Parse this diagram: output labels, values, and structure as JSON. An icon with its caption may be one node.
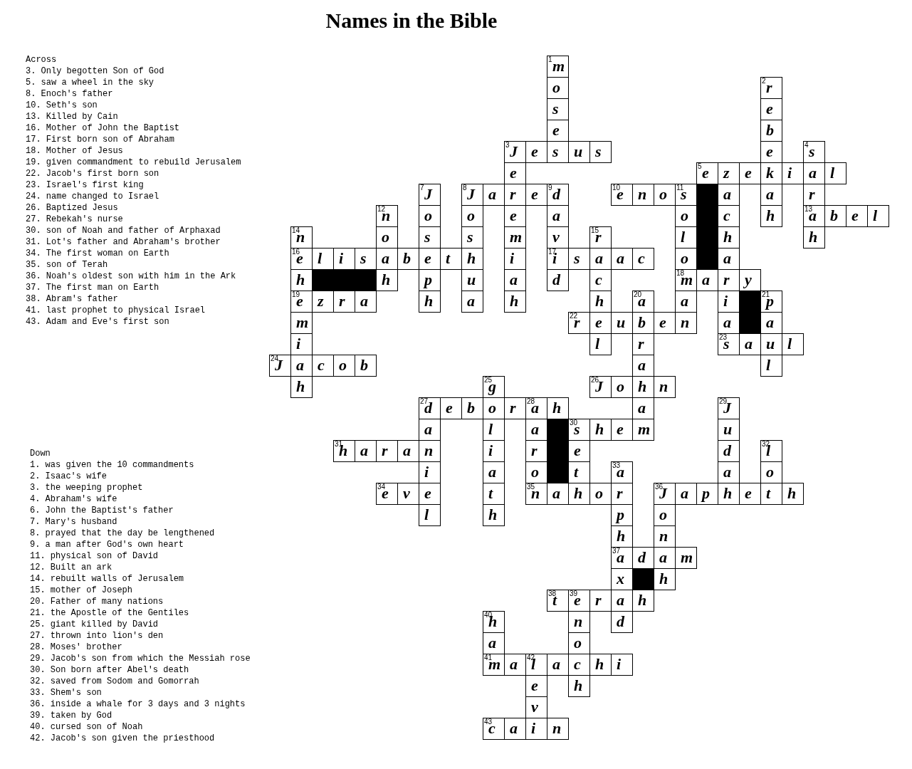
{
  "diagram": {
    "title": "Names in the Bible",
    "labels": [
      "Across",
      "3. Only begotten Son of God",
      "5. saw a wheel in the sky",
      "8. Enoch's father",
      "10. Seth's son",
      "13. Killed by Cain",
      "16. Mother of John the Baptist",
      "17. First born son of Abraham",
      "18. Mother of Jesus",
      "19. given commandment to rebuild Jerusalem",
      "22. Jacob's first born son",
      "23. Israel's first king",
      "24. name changed to Israel",
      "26. Baptized Jesus",
      "27. Rebekah's nurse",
      "30. son of Noah and father of Arphaxad",
      "31. Lot's father and Abraham's brother",
      "34. The first woman on Earth",
      "35. son of Terah",
      "36. Noah's oldest son with him in the Ark",
      "37. The first man on Earth",
      "38. Abram's father",
      "41. last prophet to physical Israel",
      "43. Adam and Eve's first son",
      "Down",
      "1. was given the 10 commandments",
      "2. Isaac's wife",
      "3. the weeping prophet",
      "4. Abraham's wife",
      "6. John the Baptist's father",
      "7. Mary's husband",
      "8. prayed that the day be lengthened",
      "9. a man after God's own heart",
      "11. physical son of David",
      "12. Built an ark",
      "14. rebuilt walls of Jerusalem",
      "15. mother of Joseph",
      "20. Father of many nations",
      "21. the Apostle of the Gentiles",
      "25. giant killed by David",
      "27. thrown into lion's den",
      "28. Moses' brother",
      "29. Jacob's son from which the Messiah rose",
      "30. Son born after Abel's death",
      "32. saved from Sodom and Gomorrah",
      "33. Shem's son",
      "36. inside a whale for 3 days and 3 nights",
      "39. taken by God",
      "40. cursed son of Noah",
      "42. Jacob's son given the priesthood",
      "1",
      "m",
      "o",
      "2",
      "r",
      "s",
      "e",
      "e",
      "b",
      "3",
      "J",
      "e",
      "s",
      "u",
      "s",
      "e",
      "4",
      "s",
      "e",
      "5",
      "e",
      "z",
      "e",
      "k",
      "i",
      "a",
      "l",
      "7",
      "J",
      "8",
      "J",
      "a",
      "r",
      "e",
      "9",
      "d",
      "10",
      "e",
      "n",
      "o",
      "11",
      "s",
      "a",
      "a",
      "r",
      "12",
      "n",
      "o",
      "o",
      "e",
      "a",
      "o",
      "c",
      "h",
      "13",
      "a",
      "b",
      "e",
      "l",
      "14",
      "n",
      "o",
      "s",
      "s",
      "m",
      "v",
      "15",
      "r",
      "l",
      "h",
      "h",
      "16",
      "e",
      "l",
      "i",
      "s",
      "a",
      "b",
      "e",
      "t",
      "h",
      "i",
      "17",
      "i",
      "s",
      "a",
      "a",
      "c",
      "o",
      "a",
      "h",
      "h",
      "p",
      "u",
      "a",
      "d",
      "c",
      "18",
      "m",
      "a",
      "r",
      "y",
      "19",
      "e",
      "z",
      "r",
      "a",
      "h",
      "a",
      "h",
      "h",
      "20",
      "a",
      "a",
      "i",
      "21",
      "p",
      "m",
      "22",
      "r",
      "e",
      "u",
      "b",
      "e",
      "n",
      "a",
      "a",
      "i",
      "l",
      "r",
      "23",
      "s",
      "a",
      "u",
      "l",
      "24",
      "J",
      "a",
      "c",
      "o",
      "b",
      "a",
      "l",
      "h",
      "25",
      "g",
      "26",
      "J",
      "o",
      "h",
      "n",
      "27",
      "d",
      "e",
      "b",
      "o",
      "r",
      "28",
      "a",
      "h",
      "a",
      "29",
      "J",
      "a",
      "l",
      "a",
      "30",
      "s",
      "h",
      "e",
      "m",
      "u",
      "31",
      "h",
      "a",
      "r",
      "a",
      "n",
      "i",
      "r",
      "e",
      "d",
      "32",
      "l",
      "i",
      "a",
      "o",
      "t",
      "33",
      "a",
      "a",
      "o",
      "34",
      "e",
      "v",
      "e",
      "t",
      "35",
      "n",
      "a",
      "h",
      "o",
      "r",
      "36",
      "J",
      "a",
      "p",
      "h",
      "e",
      "t",
      "h",
      "l",
      "h",
      "p",
      "o",
      "h",
      "n",
      "37",
      "a",
      "d",
      "a",
      "m",
      "x",
      "h",
      "38",
      "t",
      "39",
      "e",
      "r",
      "a",
      "h",
      "40",
      "h",
      "n",
      "d",
      "a",
      "o",
      "41",
      "m",
      "a",
      "42",
      "l",
      "a",
      "c",
      "h",
      "i",
      "e",
      "h",
      "v",
      "43",
      "c",
      "a",
      "i",
      "n"
    ]
  }
}
